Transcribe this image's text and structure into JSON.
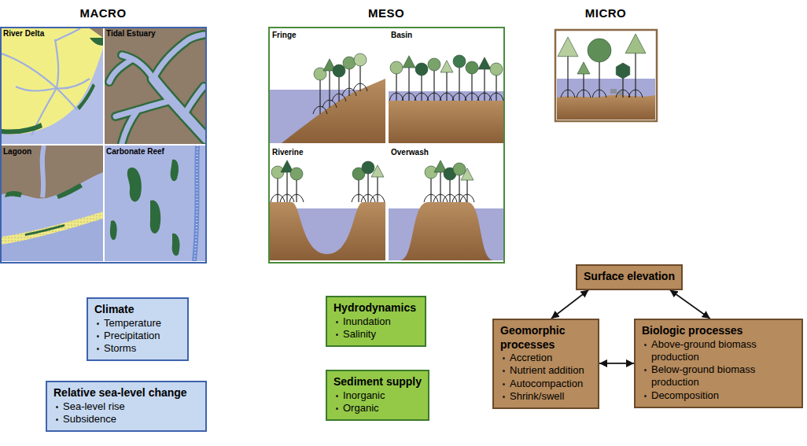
{
  "diagram": {
    "nodes": [
      {
        "text": [
          "Climate",
          "Temperature",
          "Precipitation",
          "Storms"
        ]
      },
      {
        "text": [
          "Relative sea-level change",
          "Sea-level rise",
          "Subsidence"
        ]
      },
      {
        "text": [
          "Hydrodynamics",
          "Inundation",
          "Salinity"
        ]
      },
      {
        "text": [
          "Sediment supply",
          "Inorganic",
          "Organic"
        ]
      },
      {
        "text": [
          "Surface elevation"
        ]
      },
      {
        "text": [
          "Geomorphic processes",
          "Accretion",
          "Nutrient addition",
          "Autocompaction",
          "Shrink/swell"
        ]
      },
      {
        "text": [
          "Biologic processes",
          "Above-ground biomass production",
          "Below-ground biomass production",
          "Decomposition"
        ]
      }
    ],
    "edges": [
      {
        "from": 4,
        "to": 5,
        "arrow": "both"
      },
      {
        "from": 4,
        "to": 6,
        "arrow": "both"
      },
      {
        "from": 5,
        "to": 6,
        "arrow": "both"
      }
    ],
    "labels": [
      "MACRO",
      "MESO",
      "MICRO",
      "River Delta",
      "Tidal Estuary",
      "Lagoon",
      "Carbonate Reef",
      "Fringe",
      "Basin",
      "Riverine",
      "Overwash"
    ]
  }
}
